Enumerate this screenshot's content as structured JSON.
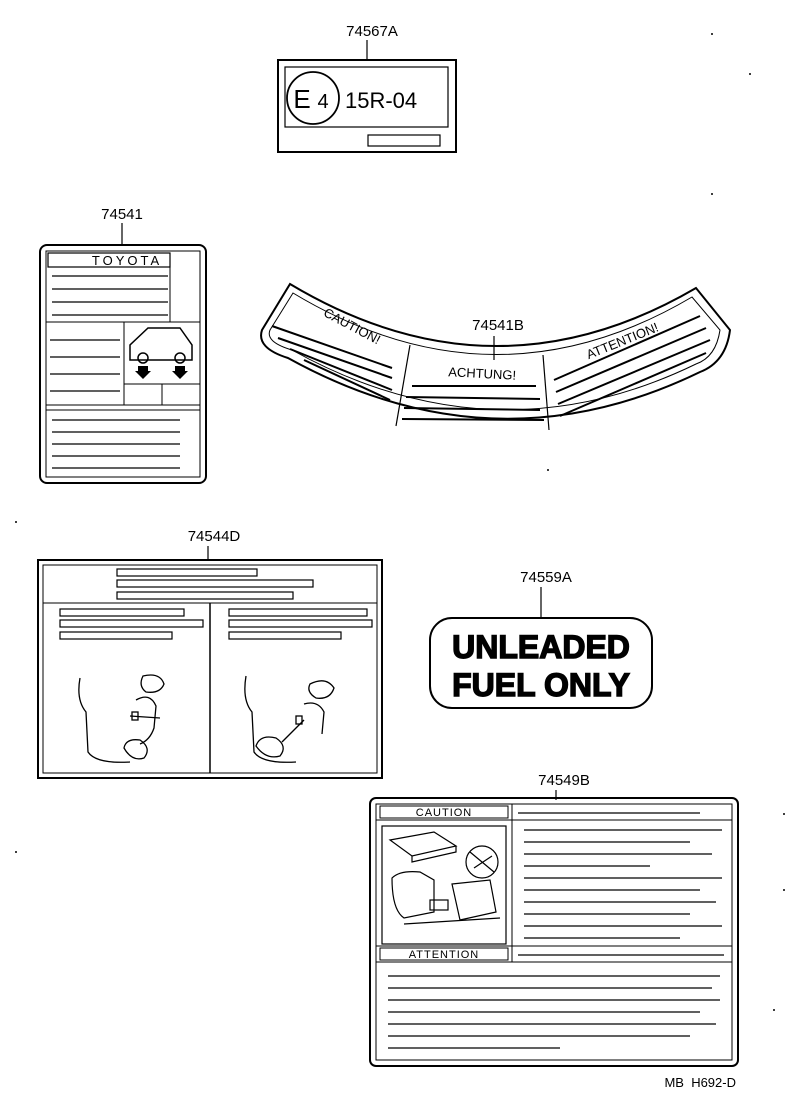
{
  "part_numbers": {
    "p74567A": "74567A",
    "p74541": "74541",
    "p74541B": "74541B",
    "p74544D": "74544D",
    "p74559A": "74559A",
    "p74549B": "74549B"
  },
  "label_74567A": {
    "mark": "E 4",
    "mark_letter": "E",
    "mark_digit": "4",
    "code": "15R-04"
  },
  "label_74541": {
    "brand": "TOYOTA"
  },
  "label_74541B": {
    "left": "CAUTION!",
    "center": "ACHTUNG!",
    "right": "ATTENTION!"
  },
  "label_74559A": {
    "line1": "UNLEADED",
    "line2": "FUEL ONLY"
  },
  "label_74549B": {
    "caution": "CAUTION",
    "attention": "ATTENTION"
  },
  "footer": {
    "code": "MB  H692-D"
  }
}
